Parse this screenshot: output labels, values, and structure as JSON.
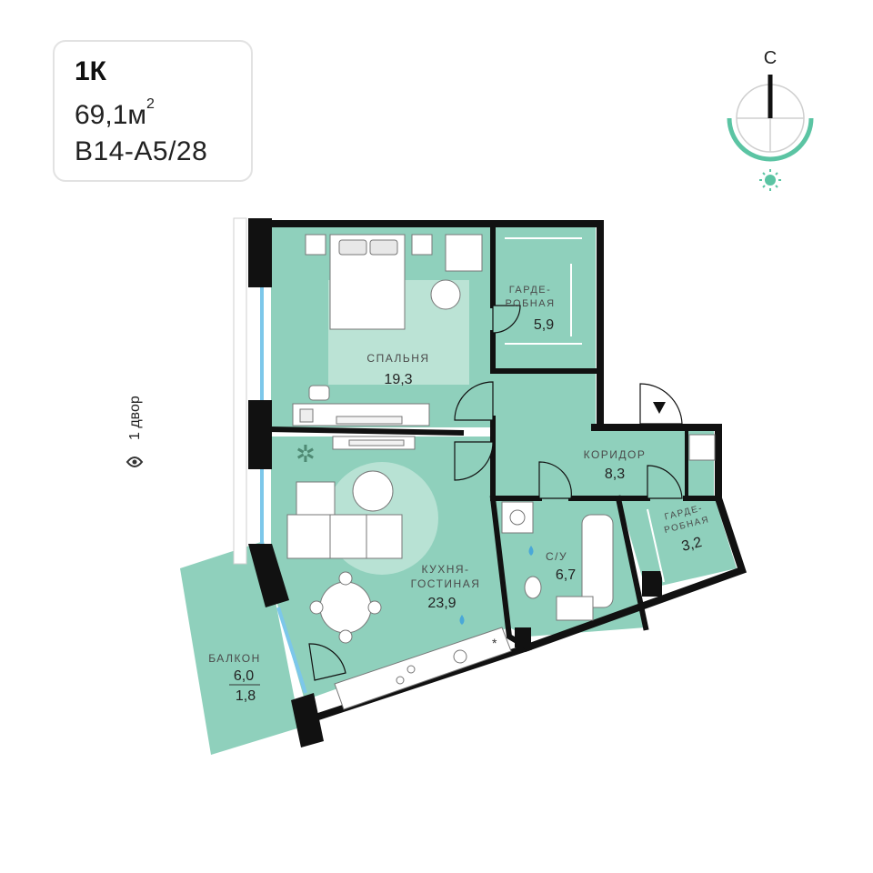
{
  "info": {
    "type": "1К",
    "area_value": "69,1м",
    "area_sup": "2",
    "code": "В14-А5/28"
  },
  "compass": {
    "north_label": "С",
    "accent_color": "#5bc4a3"
  },
  "view": {
    "label": "1 двор"
  },
  "colors": {
    "floor": "#8fd0bc",
    "rug": "#c9e9de",
    "wall": "#111111",
    "window": "#7cc7ea"
  },
  "rooms": {
    "bedroom": {
      "name": "СПАЛЬНЯ",
      "area": "19,3"
    },
    "wardrobe1": {
      "name1": "ГАРДЕ-",
      "name2": "РОБНАЯ",
      "area": "5,9"
    },
    "corridor": {
      "name": "КОРИДОР",
      "area": "8,3"
    },
    "kitchen": {
      "name1": "КУХНЯ-",
      "name2": "ГОСТИНАЯ",
      "area": "23,9"
    },
    "bathroom": {
      "name": "С/У",
      "area": "6,7"
    },
    "wardrobe2": {
      "name1": "ГАРДЕ-",
      "name2": "РОБНАЯ",
      "area": "3,2"
    },
    "balcony": {
      "name": "БАЛКОН",
      "area1": "6,0",
      "area2": "1,8"
    }
  }
}
